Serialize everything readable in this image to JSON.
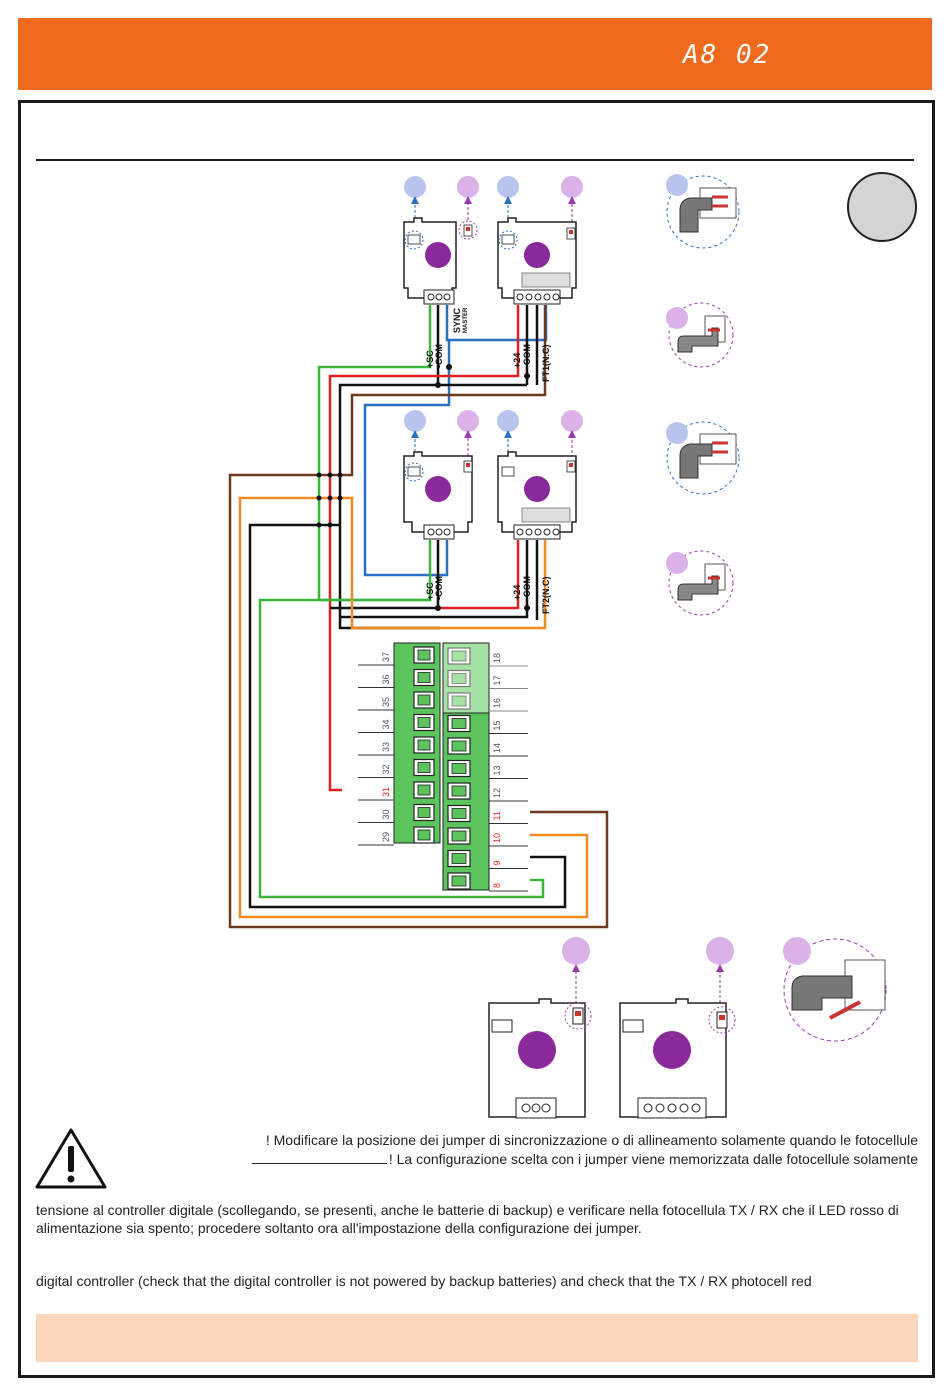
{
  "header": {
    "code": "A8 02"
  },
  "colors": {
    "brand": "#f06a1e",
    "note_box": "#fbd6bb",
    "wire_green": "#3cb43c",
    "wire_red": "#e02020",
    "wire_black": "#111111",
    "wire_blue": "#2a6fc0",
    "wire_brown": "#6b3a1f",
    "wire_orange": "#f08a1e",
    "jumper_blue": "#b8c4ee",
    "jumper_purple": "#dab2e8",
    "lens_purple": "#8a2a9a",
    "terminal_green": "#5cc45c"
  },
  "labels": {
    "tx_terminals": [
      "+SC",
      "-COM"
    ],
    "sync_label": "SYNC",
    "master_label": "MASTER",
    "rx1_terminals": [
      "+24",
      "-COM",
      "FT1(N.C)"
    ],
    "rx2_terminals": [
      "+24",
      "-COM",
      "FT2(N.C)"
    ]
  },
  "terminal_block": {
    "left_numbers": [
      "37",
      "36",
      "35",
      "34",
      "33",
      "32",
      "31",
      "30",
      "29"
    ],
    "right_numbers": [
      "18",
      "17",
      "16",
      "15",
      "14",
      "13",
      "12",
      "11",
      "10",
      "9",
      "8"
    ],
    "red_numbers": [
      "31",
      "11",
      "10",
      "9",
      "8"
    ]
  },
  "warning": {
    "line1": "! Modificare la posizione dei jumper di sincronizzazione o di allineamento solamente quando le fotocellule",
    "line2": "! La configurazione scelta con i jumper viene memorizzata dalle fotocellule solamente",
    "line3": "tensione al controller digitale (scollegando, se presenti, anche le batterie di backup) e verificare nella fotocellula TX / RX che il LED rosso di alimentazione sia spento; procedere soltanto ora all'impostazione della configurazione dei jumper.",
    "line4": "digital controller (check that the digital controller is not powered by backup batteries) and check that the TX / RX photocell red"
  }
}
